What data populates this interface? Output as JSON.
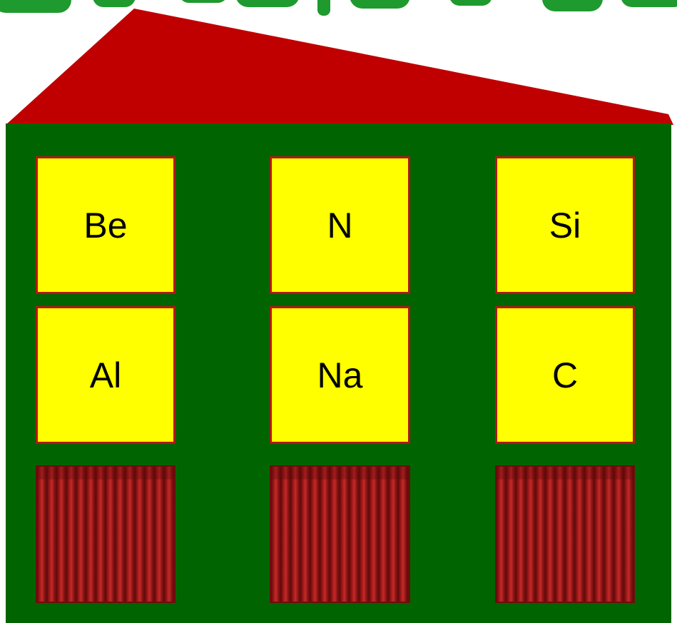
{
  "colors": {
    "roof": "#c00000",
    "wall": "#006400",
    "tile": "#ffff00",
    "tile_border": "#b11818",
    "curtain_dark": "#5e0a0a",
    "curtain_light": "#c42a2a",
    "title_fragment": "#1f9a2e"
  },
  "windows": {
    "rows": [
      [
        {
          "label": "Be"
        },
        {
          "label": "N"
        },
        {
          "label": "Si"
        }
      ],
      [
        {
          "label": "Al"
        },
        {
          "label": "Na"
        },
        {
          "label": "C"
        }
      ]
    ]
  },
  "doors": [
    {
      "icon": "curtain-icon"
    },
    {
      "icon": "curtain-icon"
    },
    {
      "icon": "curtain-icon"
    }
  ]
}
